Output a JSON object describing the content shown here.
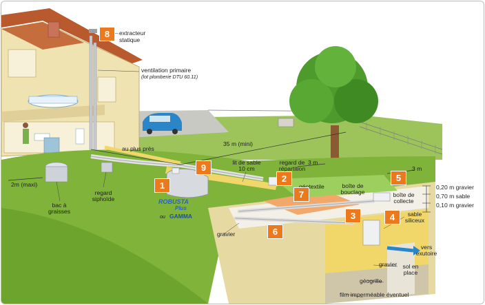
{
  "labels": {
    "extracteur": "extracteur",
    "statique": "statique",
    "ventilation": "ventilation primaire",
    "plomberie": "(lot plomberie DTU 60.11)",
    "au_plus_pres": "au plus près",
    "distance_35m": "35 m (mini)",
    "lit_sable_1": "lit de sable",
    "lit_sable_2": "10 cm",
    "regard_rep_1": "regard de",
    "regard_rep_2": "répartition",
    "geotextile": "géotextile",
    "boite_bouclage_1": "boîte de",
    "boite_bouclage_2": "bouclage",
    "boite_collecte_1": "boîte de",
    "boite_collecte_2": "collecte",
    "dist_3m_a": "3 m",
    "dist_3m_b": "3 m",
    "dist_2m": "2m (maxi)",
    "bac_1": "bac à",
    "bac_2": "graisses",
    "regard_siph_1": "regard",
    "regard_siph_2": "siphoïde",
    "gravier_left": "gravier",
    "gravier_mid": "gravier",
    "sable_siliceux_1": "sable",
    "sable_siliceux_2": "siliceux",
    "vers_exutoire_1": "vers",
    "vers_exutoire_2": "exutoire",
    "sol_en_place_1": "sol en",
    "sol_en_place_2": "place",
    "geogrille": "géogrille",
    "film": "film imperméable éventuel",
    "layer_gravier_top": "0,20 m gravier",
    "layer_sable": "0,70 m sable",
    "layer_gravier_bottom": "0,10 m gravier"
  },
  "badges": [
    "1",
    "2",
    "3",
    "4",
    "5",
    "6",
    "7",
    "8",
    "9"
  ],
  "logo": {
    "brand": "ROBUSTA",
    "sub": "Plus",
    "ou": "ou",
    "alt": "GAMMA"
  },
  "colors": {
    "badge": "#ec7a1c",
    "lawn": "#7fb33a",
    "sand": "#f1d76a",
    "house": "#efe3b2"
  }
}
